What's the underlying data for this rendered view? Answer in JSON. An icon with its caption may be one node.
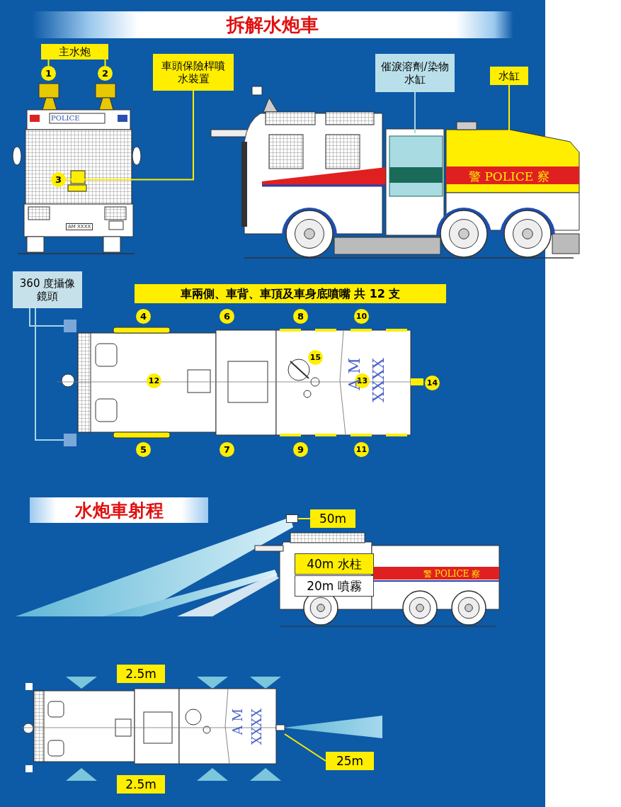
{
  "diagram": {
    "title": "拆解水炮車",
    "nodes": [
      {
        "text": [
          "主水炮"
        ]
      },
      {
        "text": [
          "1"
        ]
      },
      {
        "text": [
          "2"
        ]
      },
      {
        "text": [
          "車頭保險桿噴水裝置"
        ]
      },
      {
        "text": [
          "3"
        ]
      },
      {
        "text": [
          "催淚溶劑/染物水缸"
        ]
      },
      {
        "text": [
          "水缸"
        ]
      },
      {
        "text": [
          "360 度攝像鏡頭"
        ]
      },
      {
        "text": [],
        "shape": "box"
      },
      {
        "text": [],
        "shape": "box"
      },
      {
        "text": [
          "車兩側、車背、車頂及車身底噴嘴 共 12 支"
        ]
      },
      {
        "text": [
          "4"
        ]
      },
      {
        "text": [
          "6"
        ]
      },
      {
        "text": [
          "8"
        ]
      },
      {
        "text": [
          "10"
        ]
      },
      {
        "text": [
          "15"
        ]
      },
      {
        "text": [
          "12"
        ]
      },
      {
        "text": [
          "13"
        ]
      },
      {
        "text": [
          "14"
        ]
      },
      {
        "text": [
          "5"
        ]
      },
      {
        "text": [
          "7"
        ]
      },
      {
        "text": [
          "9"
        ]
      },
      {
        "text": [
          "11"
        ]
      },
      {
        "text": [
          "50m"
        ]
      },
      {
        "text": [
          "40m 水柱"
        ]
      },
      {
        "text": [
          "20m 噴霧"
        ]
      },
      {
        "text": [
          "2.5m"
        ]
      },
      {
        "text": [
          "25m"
        ]
      },
      {
        "text": [
          "2.5m"
        ]
      },
      {
        "text": [],
        "shape": "box"
      }
    ],
    "edges": [
      {
        "from": 0,
        "to": 1,
        "arrow": "none"
      },
      {
        "from": 0,
        "to": 2,
        "arrow": "none"
      },
      {
        "from": 3,
        "to": 4,
        "arrow": "none"
      },
      {
        "from": 5,
        "to": null,
        "arrow": "none",
        "color": "#a9d6e4"
      },
      {
        "from": 6,
        "to": null,
        "arrow": "none"
      },
      {
        "from": 7,
        "to": 8,
        "arrow": "none",
        "color": "#a9d6e4"
      },
      {
        "from": 7,
        "to": 9,
        "arrow": "none",
        "color": "#a9d6e4"
      },
      {
        "from": 23,
        "to": 29,
        "arrow": "none"
      },
      {
        "from": 27,
        "to": null,
        "arrow": "none"
      }
    ],
    "labels": [
      "POLICE",
      "AM XXXX",
      "警 POLICE 察",
      "A M",
      "XXXX",
      "水炮車射程",
      "警 POLICE 察",
      "A M",
      "XXXX"
    ]
  }
}
